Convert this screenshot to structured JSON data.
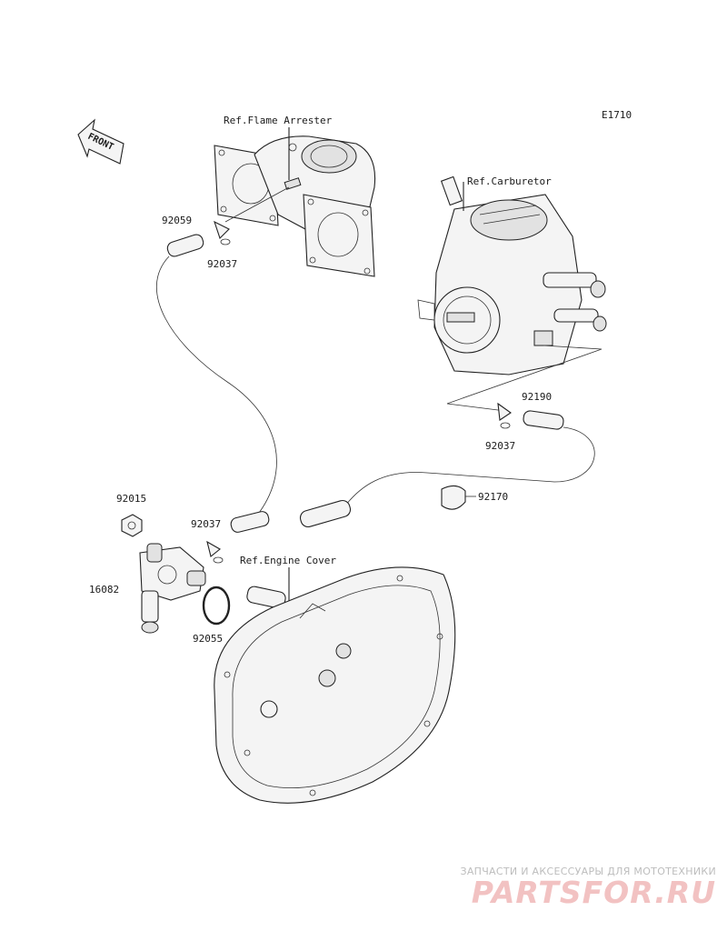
{
  "diagram_code": "E1710",
  "front_label": "FRONT",
  "references": {
    "flame_arrester": "Ref.Flame Arrester",
    "carburetor": "Ref.Carburetor",
    "engine_cover": "Ref.Engine Cover"
  },
  "part_numbers": {
    "hose_top": "92059",
    "clamp_top": "92037",
    "hose_right": "92190",
    "clamp_right": "92037",
    "clamp_hose_holder": "92170",
    "nut": "92015",
    "clamp_mid": "92037",
    "fuel_pump": "16082",
    "o_ring": "92055"
  },
  "watermark": {
    "tagline": "ЗАПЧАСТИ И АКСЕССУАРЫ ДЛЯ МОТОТЕХНИКИ",
    "brand": "PARTSFOR.RU"
  }
}
